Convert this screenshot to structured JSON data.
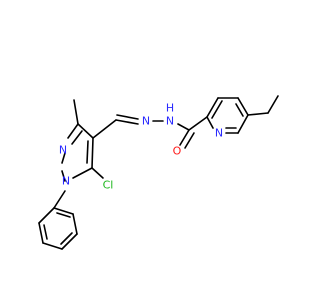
{
  "molecule": {
    "atom_labels": {
      "n_ring1": "N",
      "n_ring2": "N",
      "cl": "Cl",
      "n_imine": "N",
      "n_nh": "N",
      "h_nh": "H",
      "o": "O",
      "n_pyridine": "N"
    },
    "colors": {
      "bond": "#000000",
      "nitrogen": "#2a2aff",
      "oxygen": "#ff1a1a",
      "chlorine": "#1fb81f",
      "hydrogen": "#2a2aff"
    }
  }
}
